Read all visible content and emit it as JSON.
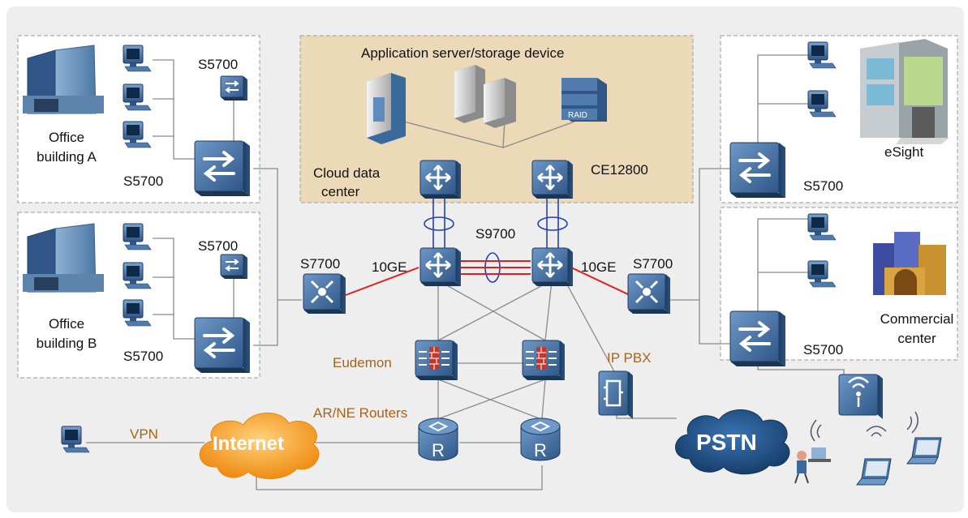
{
  "labels": {
    "app_server": "Application server/storage device",
    "cloud_dc_1": "Cloud data",
    "cloud_dc_2": "center",
    "ce12800": "CE12800",
    "s9700": "S9700",
    "s7700_left": "S7700",
    "s7700_right": "S7700",
    "tenge_left": "10GE",
    "tenge_right": "10GE",
    "office_a_1": "Office",
    "office_a_2": "building A",
    "office_b_1": "Office",
    "office_b_2": "building B",
    "s5700_a_top": "S5700",
    "s5700_a_bottom": "S5700",
    "s5700_b_top": "S5700",
    "s5700_b_bottom": "S5700",
    "s5700_esight": "S5700",
    "s5700_commercial": "S5700",
    "esight": "eSight",
    "commercial_1": "Commercial",
    "commercial_2": "center",
    "eudemon": "Eudemon",
    "ar_ne": "AR/NE Routers",
    "ip_pbx": "IP PBX",
    "vpn": "VPN",
    "internet": "Internet",
    "pstn": "PSTN",
    "raid": "RAID",
    "router_glyph": "R"
  },
  "colors": {
    "background_panel": "#eeeeee",
    "cloud_dc_fill": "#ecd9b8",
    "device_blue": "#3f6c9c",
    "internet_cloud": "#f5a623",
    "pstn_cloud": "#1f4f85",
    "link_red": "#e02020",
    "link_blue": "#2040c0",
    "link_gray": "#8a8a8a",
    "label_orange": "#a5631f"
  },
  "icons": [
    "switch-icon",
    "core-switch-icon",
    "aggregation-switch-icon",
    "firewall-icon",
    "router-icon",
    "pc-icon",
    "laptop-icon",
    "wireless-ap-icon",
    "server-icon",
    "storage-icon",
    "building-icon",
    "ip-pbx-icon",
    "cloud-icon"
  ]
}
